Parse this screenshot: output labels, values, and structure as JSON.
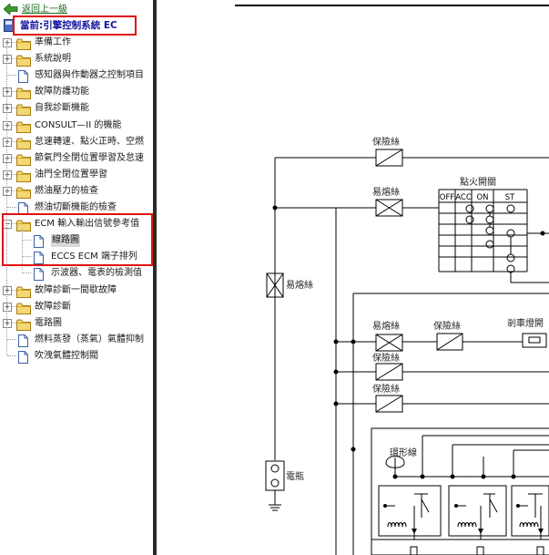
{
  "nav": {
    "back_label": "返回上一級",
    "current_label": "當前:引擎控制系統 EC"
  },
  "tree": {
    "items": [
      {
        "label": "準備工作",
        "type": "folder",
        "state": "collapsed"
      },
      {
        "label": "系統說明",
        "type": "folder",
        "state": "collapsed"
      },
      {
        "label": "感知器與作動器之控制項目",
        "type": "doc"
      },
      {
        "label": "故障防護功能",
        "type": "folder",
        "state": "collapsed"
      },
      {
        "label": "自我診斷機能",
        "type": "folder",
        "state": "collapsed"
      },
      {
        "label": "CONSULT—II 的機能",
        "type": "folder",
        "state": "collapsed"
      },
      {
        "label": "怠速轉速、點火正時、空燃",
        "type": "folder",
        "state": "collapsed"
      },
      {
        "label": "節氣門全閉位置學習及怠速",
        "type": "folder",
        "state": "collapsed"
      },
      {
        "label": "油門全閉位置學習",
        "type": "folder",
        "state": "collapsed"
      },
      {
        "label": "燃油壓力的檢查",
        "type": "folder",
        "state": "collapsed"
      },
      {
        "label": "燃油切斷機能的檢查",
        "type": "doc"
      },
      {
        "label": "ECM 輸入輸出信號參考值",
        "type": "folder",
        "state": "expanded"
      },
      {
        "label": "線路圖",
        "type": "doc",
        "child": true,
        "selected": true
      },
      {
        "label": "ECCS ECM 端子排列",
        "type": "doc",
        "child": true
      },
      {
        "label": "示波器、電表的檢測值",
        "type": "doc",
        "child": true
      },
      {
        "label": "故障診斷一間歇故障",
        "type": "folder",
        "state": "collapsed"
      },
      {
        "label": "故障診斷",
        "type": "folder",
        "state": "collapsed"
      },
      {
        "label": "電路圖",
        "type": "folder",
        "state": "collapsed"
      },
      {
        "label": "燃料蒸發（蒸氣）氣體抑制",
        "type": "doc"
      },
      {
        "label": "吹洩氣體控制閥",
        "type": "doc"
      }
    ]
  },
  "diagram": {
    "labels": {
      "fuse_1": "保險絲",
      "fusible_1": "易熔絲",
      "ignition_switch": "點火開關",
      "fusible_main": "易熔絲",
      "fusible_2": "易熔絲",
      "fuse_2": "保險絲",
      "brake_lamp": "剎車燈開",
      "fuse_3": "保險絲",
      "fuse_4": "保險絲",
      "ring_coil": "環形線",
      "battery": "電瓶"
    },
    "switch_table": {
      "headers": [
        "OFF",
        "ACC",
        "ON",
        "ST"
      ]
    }
  },
  "colors": {
    "highlight_box": "#e01010",
    "current_label": "#1414a0",
    "back_link": "#1a6a1a",
    "folder_fill": "#f3d874"
  }
}
